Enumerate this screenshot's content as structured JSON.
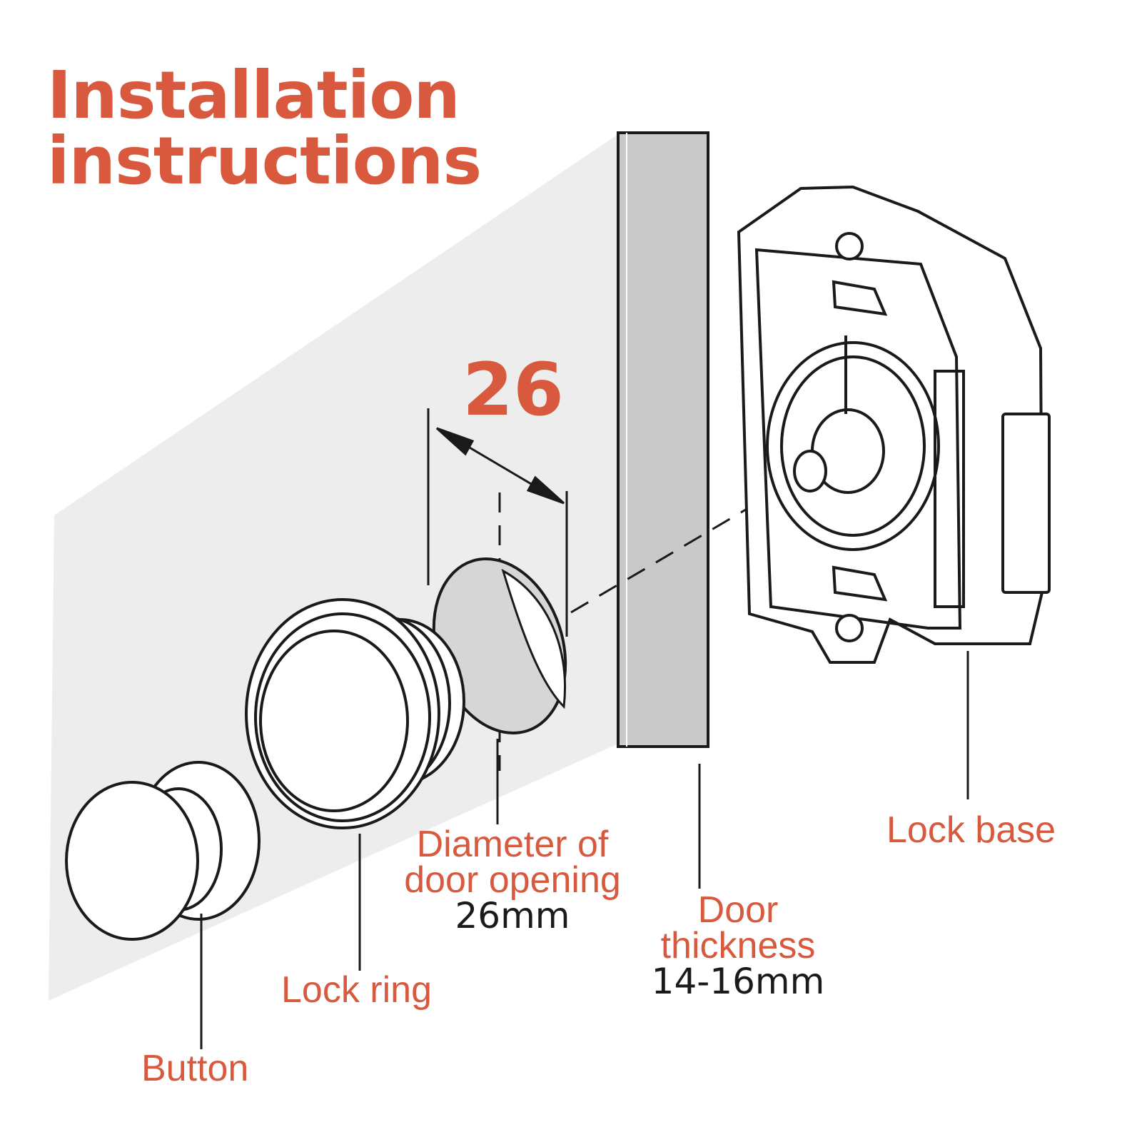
{
  "title": {
    "line1": "Installation",
    "line2": "instructions"
  },
  "dimension": {
    "value": "26"
  },
  "labels": {
    "button": "Button",
    "lock_ring": "Lock ring",
    "diameter": {
      "line1": "Diameter of",
      "line2": "door opening",
      "measure": "26mm"
    },
    "door": {
      "line1": "Door",
      "line2": "thickness",
      "measure": "14-16mm"
    },
    "lock_base": "Lock base"
  },
  "colors": {
    "accent": "#d8593e",
    "panel": "#ededed",
    "line": "#1a1a1a",
    "door_edge": "#c9c9c9"
  }
}
